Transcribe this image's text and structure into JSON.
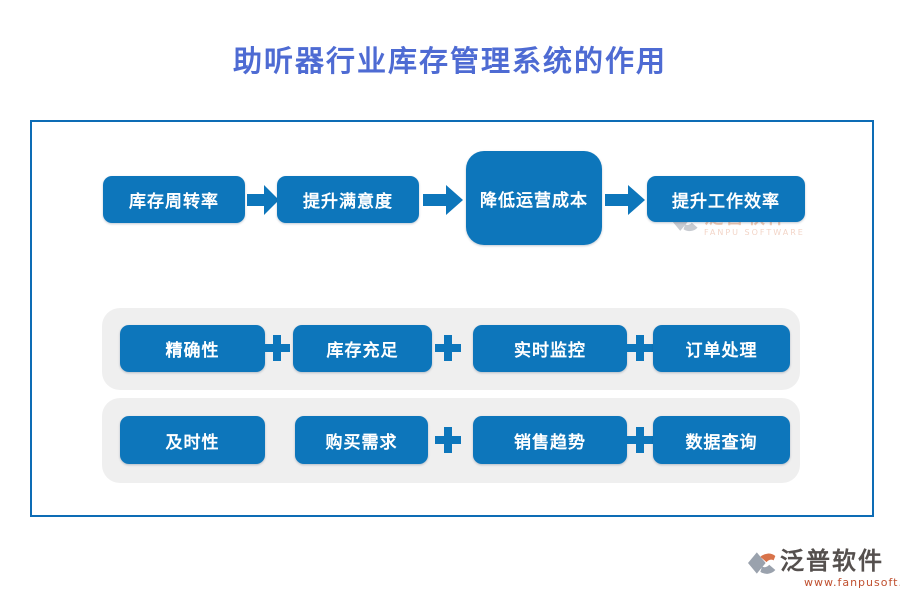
{
  "page": {
    "title": "助听器行业库存管理系统的作用"
  },
  "flow": {
    "steps": [
      {
        "label": "库存周转率"
      },
      {
        "label": "提升满意度"
      },
      {
        "label": "降低运营成本",
        "emphasis": true
      },
      {
        "label": "提升工作效率"
      }
    ],
    "connector_icon": "arrow-right-icon"
  },
  "groups": {
    "row1": {
      "items": [
        {
          "label": "精确性"
        },
        {
          "label": "库存充足"
        },
        {
          "label": "实时监控"
        },
        {
          "label": "订单处理"
        }
      ],
      "separator_icon": "plus-icon"
    },
    "row2": {
      "items": [
        {
          "label": "及时性"
        },
        {
          "label": "购买需求"
        },
        {
          "label": "销售趋势"
        },
        {
          "label": "数据查询"
        }
      ],
      "separator_icon": "plus-icon"
    }
  },
  "watermark": {
    "name_cn": "泛普软件",
    "name_en": "FANPU SOFTWARE",
    "logo_icon": "fanpu-logo-icon"
  },
  "footer": {
    "brand_cn": "泛普软件",
    "website": "www.fanpusoft.com",
    "logo_icon": "fanpu-logo-icon"
  },
  "colors": {
    "accent_blue": "#0d76bb",
    "title_blue": "#4e6bd3",
    "frame_border_blue": "#0d6cb5",
    "panel_gray": "#efefef",
    "watermark_orange": "#e2a17c",
    "brand_text": "#55504e",
    "url_red": "#c0502f"
  }
}
